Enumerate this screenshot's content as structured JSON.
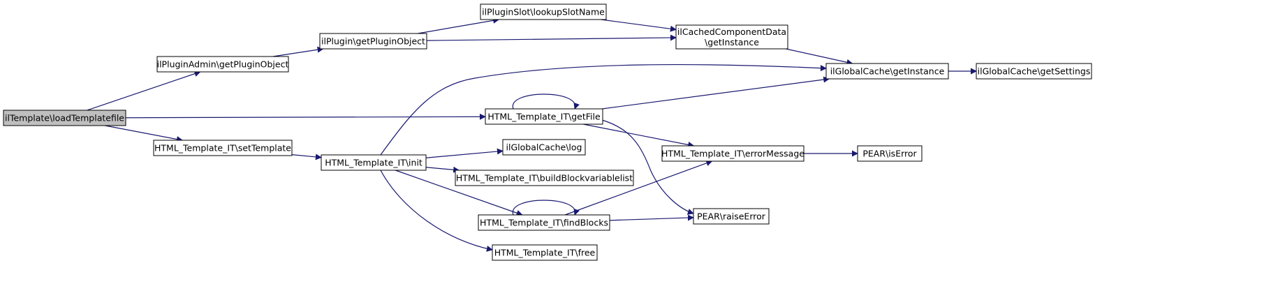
{
  "colors": {
    "edge": "#191970",
    "node_fill": "#ffffff",
    "root_fill": "#bfbfbf",
    "node_stroke": "#000000"
  },
  "nodes": [
    {
      "id": "n0",
      "lines": [
        "ilTemplate\\loadTemplatefile"
      ],
      "root": true
    },
    {
      "id": "n1",
      "lines": [
        "ilPluginAdmin\\getPluginObject"
      ]
    },
    {
      "id": "n2",
      "lines": [
        "ilPlugin\\getPluginObject"
      ]
    },
    {
      "id": "n3",
      "lines": [
        "ilPluginSlot\\lookupSlotName"
      ]
    },
    {
      "id": "n4",
      "lines": [
        "ilCachedComponentData",
        "\\getInstance"
      ]
    },
    {
      "id": "n5",
      "lines": [
        "ilGlobalCache\\getInstance"
      ]
    },
    {
      "id": "n6",
      "lines": [
        "ilGlobalCache\\getSettings"
      ]
    },
    {
      "id": "n7",
      "lines": [
        "HTML_Template_IT\\getFile"
      ]
    },
    {
      "id": "n8",
      "lines": [
        "HTML_Template_IT\\errorMessage"
      ]
    },
    {
      "id": "n9",
      "lines": [
        "PEAR\\isError"
      ]
    },
    {
      "id": "n10",
      "lines": [
        "PEAR\\raiseError"
      ]
    },
    {
      "id": "n11",
      "lines": [
        "HTML_Template_IT\\setTemplate"
      ]
    },
    {
      "id": "n12",
      "lines": [
        "HTML_Template_IT\\init"
      ]
    },
    {
      "id": "n13",
      "lines": [
        "ilGlobalCache\\log"
      ]
    },
    {
      "id": "n14",
      "lines": [
        "HTML_Template_IT\\buildBlockvariablelist"
      ]
    },
    {
      "id": "n15",
      "lines": [
        "HTML_Template_IT\\findBlocks"
      ]
    },
    {
      "id": "n16",
      "lines": [
        "HTML_Template_IT\\free"
      ]
    }
  ],
  "edges": [
    {
      "from": "n0",
      "to": "n1"
    },
    {
      "from": "n0",
      "to": "n7"
    },
    {
      "from": "n0",
      "to": "n11"
    },
    {
      "from": "n1",
      "to": "n2"
    },
    {
      "from": "n2",
      "to": "n3"
    },
    {
      "from": "n2",
      "to": "n4"
    },
    {
      "from": "n3",
      "to": "n4"
    },
    {
      "from": "n4",
      "to": "n5"
    },
    {
      "from": "n5",
      "to": "n6"
    },
    {
      "from": "n7",
      "to": "n7"
    },
    {
      "from": "n7",
      "to": "n5"
    },
    {
      "from": "n7",
      "to": "n8"
    },
    {
      "from": "n7",
      "to": "n10"
    },
    {
      "from": "n8",
      "to": "n9"
    },
    {
      "from": "n11",
      "to": "n12"
    },
    {
      "from": "n12",
      "to": "n5"
    },
    {
      "from": "n12",
      "to": "n13"
    },
    {
      "from": "n12",
      "to": "n14"
    },
    {
      "from": "n12",
      "to": "n15"
    },
    {
      "from": "n12",
      "to": "n16"
    },
    {
      "from": "n15",
      "to": "n15"
    },
    {
      "from": "n15",
      "to": "n8"
    },
    {
      "from": "n15",
      "to": "n10"
    }
  ]
}
